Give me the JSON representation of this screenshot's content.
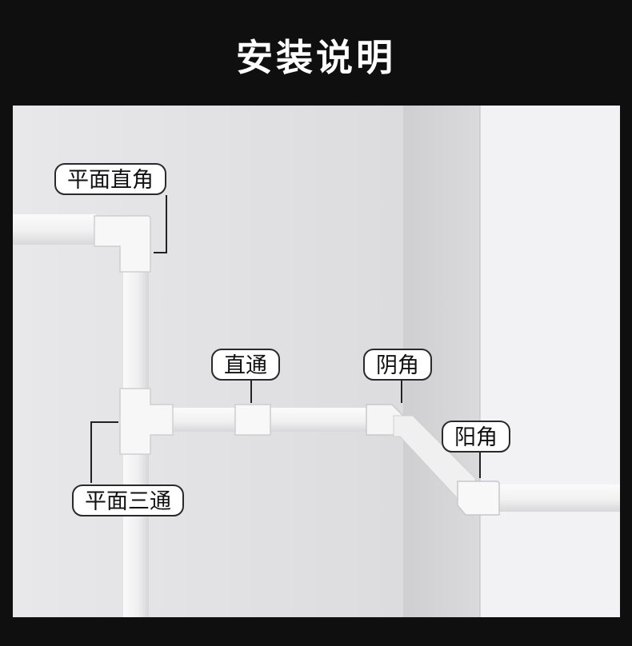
{
  "title": "安装说明",
  "labels": {
    "flat_elbow": "平面直角",
    "straight_coupler": "直通",
    "inner_corner": "阴角",
    "outer_corner": "阳角",
    "flat_tee": "平面三通"
  }
}
